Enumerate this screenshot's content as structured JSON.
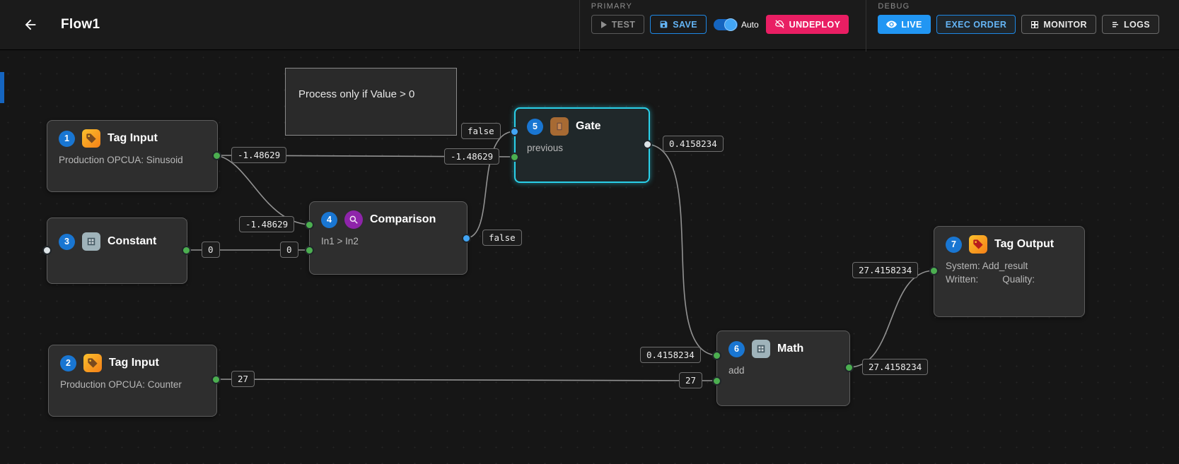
{
  "header": {
    "title": "Flow1",
    "primary_label": "PRIMARY",
    "debug_label": "DEBUG",
    "test": "TEST",
    "save": "SAVE",
    "auto": "Auto",
    "undeploy": "UNDEPLOY",
    "live": "LIVE",
    "exec_order": "EXEC ORDER",
    "monitor": "MONITOR",
    "logs": "LOGS"
  },
  "comment": {
    "text": "Process only if Value > 0"
  },
  "nodes": {
    "n1": {
      "badge": "1",
      "title": "Tag Input",
      "subtitle": "Production OPCUA: Sinusoid",
      "icon": "tag-icon"
    },
    "n2": {
      "badge": "2",
      "title": "Tag Input",
      "subtitle": "Production OPCUA: Counter",
      "icon": "tag-icon"
    },
    "n3": {
      "badge": "3",
      "title": "Constant",
      "icon": "calculator-icon"
    },
    "n4": {
      "badge": "4",
      "title": "Comparison",
      "subtitle": "In1 > In2",
      "icon": "magnifier-icon"
    },
    "n5": {
      "badge": "5",
      "title": "Gate",
      "subtitle": "previous",
      "icon": "gate-icon",
      "selected": true
    },
    "n6": {
      "badge": "6",
      "title": "Math",
      "subtitle": "add",
      "icon": "calculator-icon"
    },
    "n7": {
      "badge": "7",
      "title": "Tag Output",
      "subtitle": "System: Add_result",
      "written_label": "Written:",
      "quality_label": "Quality:",
      "icon": "tag-icon"
    }
  },
  "values": {
    "sin_out": "-1.48629",
    "cmp_in1": "-1.48629",
    "gate_in2": "-1.48629",
    "const_out": "0",
    "cmp_in2": "0",
    "cmp_out": "false",
    "gate_in1": "false",
    "gate_out": "0.4158234",
    "math_in1": "0.4158234",
    "counter_out": "27",
    "math_in2": "27",
    "math_out": "27.4158234",
    "tagout_in": "27.4158234"
  },
  "colors": {
    "accent": "#2196f3",
    "undeploy": "#e91e63",
    "selection": "#2ad0e8",
    "port_green": "#4caf50",
    "port_blue": "#42a5f5"
  }
}
